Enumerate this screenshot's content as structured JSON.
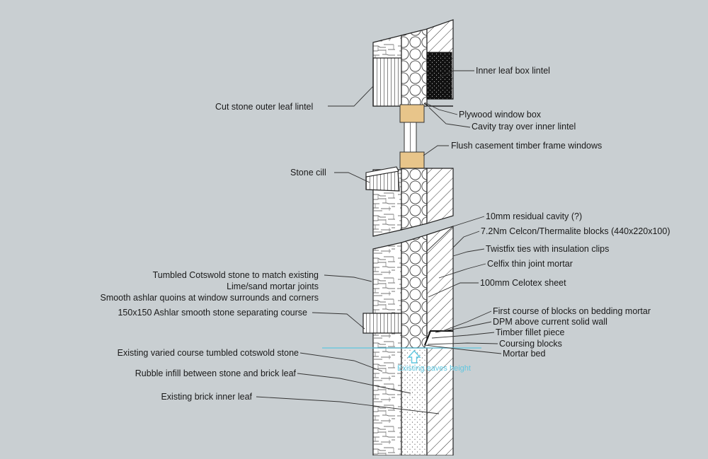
{
  "labels": {
    "inner_leaf_box_lintel": "Inner leaf box lintel",
    "cut_stone_lintel": "Cut stone outer leaf lintel",
    "plywood_window_box": "Plywood window box",
    "cavity_tray": "Cavity tray over inner lintel",
    "flush_casement": "Flush casement timber frame windows",
    "stone_cill": "Stone cill",
    "residual_cavity": "10mm residual cavity (?)",
    "celcon_blocks": "7.2Nm Celcon/Thermalite blocks (440x220x100)",
    "twistfix_ties": "Twistfix ties with insulation clips",
    "celfix_mortar": "Celfix thin joint mortar",
    "celotex_sheet": "100mm Celotex sheet",
    "tumbled_cotswold": "Tumbled Cotswold stone to match existing",
    "lime_sand_mortar": "Lime/sand mortar joints",
    "smooth_ashlar_quoins": "Smooth ashlar quoins at window surrounds and corners",
    "ashlar_separating_course": "150x150 Ashlar smooth stone separating course",
    "first_course_blocks": "First course of blocks on bedding mortar",
    "dpm_above_wall": "DPM above current solid wall",
    "timber_fillet": "Timber fillet piece",
    "coursing_blocks": "Coursing blocks",
    "mortar_bed": "Mortar bed",
    "existing_varied_course": "Existing varied course tumbled cotswold stone",
    "rubble_infill": "Rubble infill between stone and brick leaf",
    "existing_brick_leaf": "Existing brick inner leaf",
    "existing_eaves_height": "Existing eaves height"
  },
  "colors": {
    "background": "#c9cfd2",
    "timber": "#e8c58a",
    "lintel_fill": "#111111",
    "eaves_line": "#5ec7e0"
  }
}
